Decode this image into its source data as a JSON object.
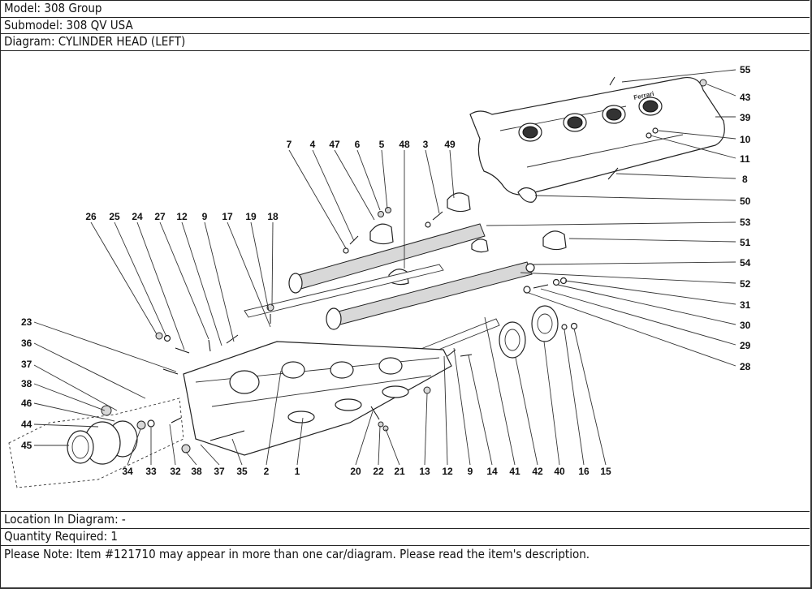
{
  "header": {
    "model": "Model: 308 Group",
    "submodel": "Submodel: 308 QV USA",
    "diagram": "Diagram: CYLINDER HEAD (LEFT)"
  },
  "footer": {
    "location": "Location In Diagram: -",
    "quantity": "Quantity Required: 1",
    "note": "Please Note: Item #121710 may appear in more than one car/diagram. Please read the item's description."
  },
  "diagram": {
    "title": "Cylinder head (left) exploded view",
    "cover_logo_text": "Ferrari",
    "callouts_right": [
      "55",
      "43",
      "39",
      "10",
      "11",
      "8",
      "50",
      "53",
      "51",
      "54",
      "52",
      "31",
      "30",
      "29",
      "28"
    ],
    "callouts_top_middle": [
      "7",
      "4",
      "47",
      "6",
      "5",
      "48",
      "3",
      "49"
    ],
    "callouts_top_left": [
      "26",
      "25",
      "24",
      "27",
      "12",
      "9",
      "17",
      "19",
      "18"
    ],
    "callouts_left": [
      "23",
      "36",
      "37",
      "38",
      "46",
      "44",
      "45"
    ],
    "callouts_bottom": [
      "34",
      "33",
      "32",
      "38",
      "37",
      "35",
      "2",
      "1",
      "20",
      "22",
      "21",
      "13",
      "12",
      "9",
      "14",
      "41",
      "42",
      "40",
      "16",
      "15"
    ]
  }
}
